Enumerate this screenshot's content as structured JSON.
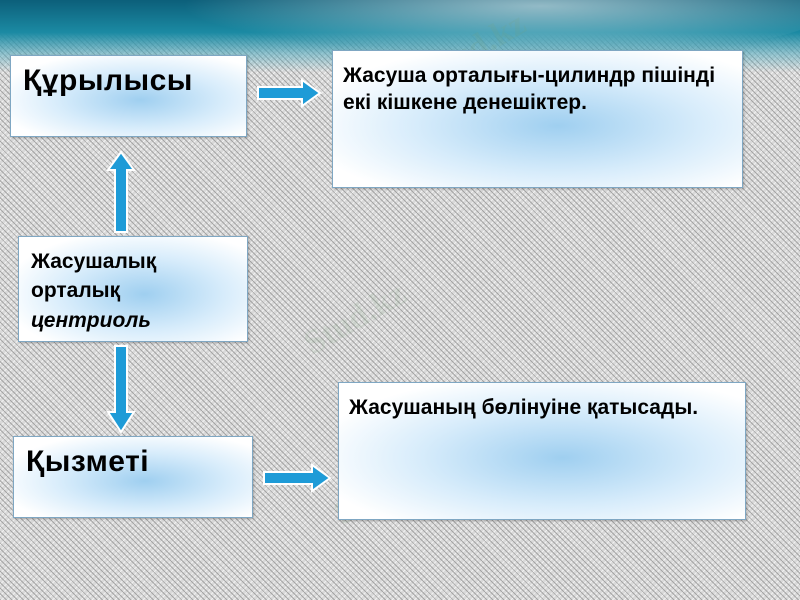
{
  "diagram": {
    "top_box": {
      "label": "Құрылысы"
    },
    "top_detail": {
      "text": "Жасуша орталығы-цилиндр пішінді екі кішкене денешіктер."
    },
    "center_box": {
      "line1": "Жасушалық",
      "line2": "орталық",
      "line3": "центриоль"
    },
    "bottom_box": {
      "label": "Қызметі"
    },
    "bottom_detail": {
      "text": "Жасушаның бөлінуіне қатысады."
    }
  },
  "colors": {
    "arrow_fill": "#1e9bd7",
    "arrow_stroke": "#ffffff",
    "box_border": "#7fa7c3"
  },
  "watermark": {
    "text": "Stud.kz"
  }
}
